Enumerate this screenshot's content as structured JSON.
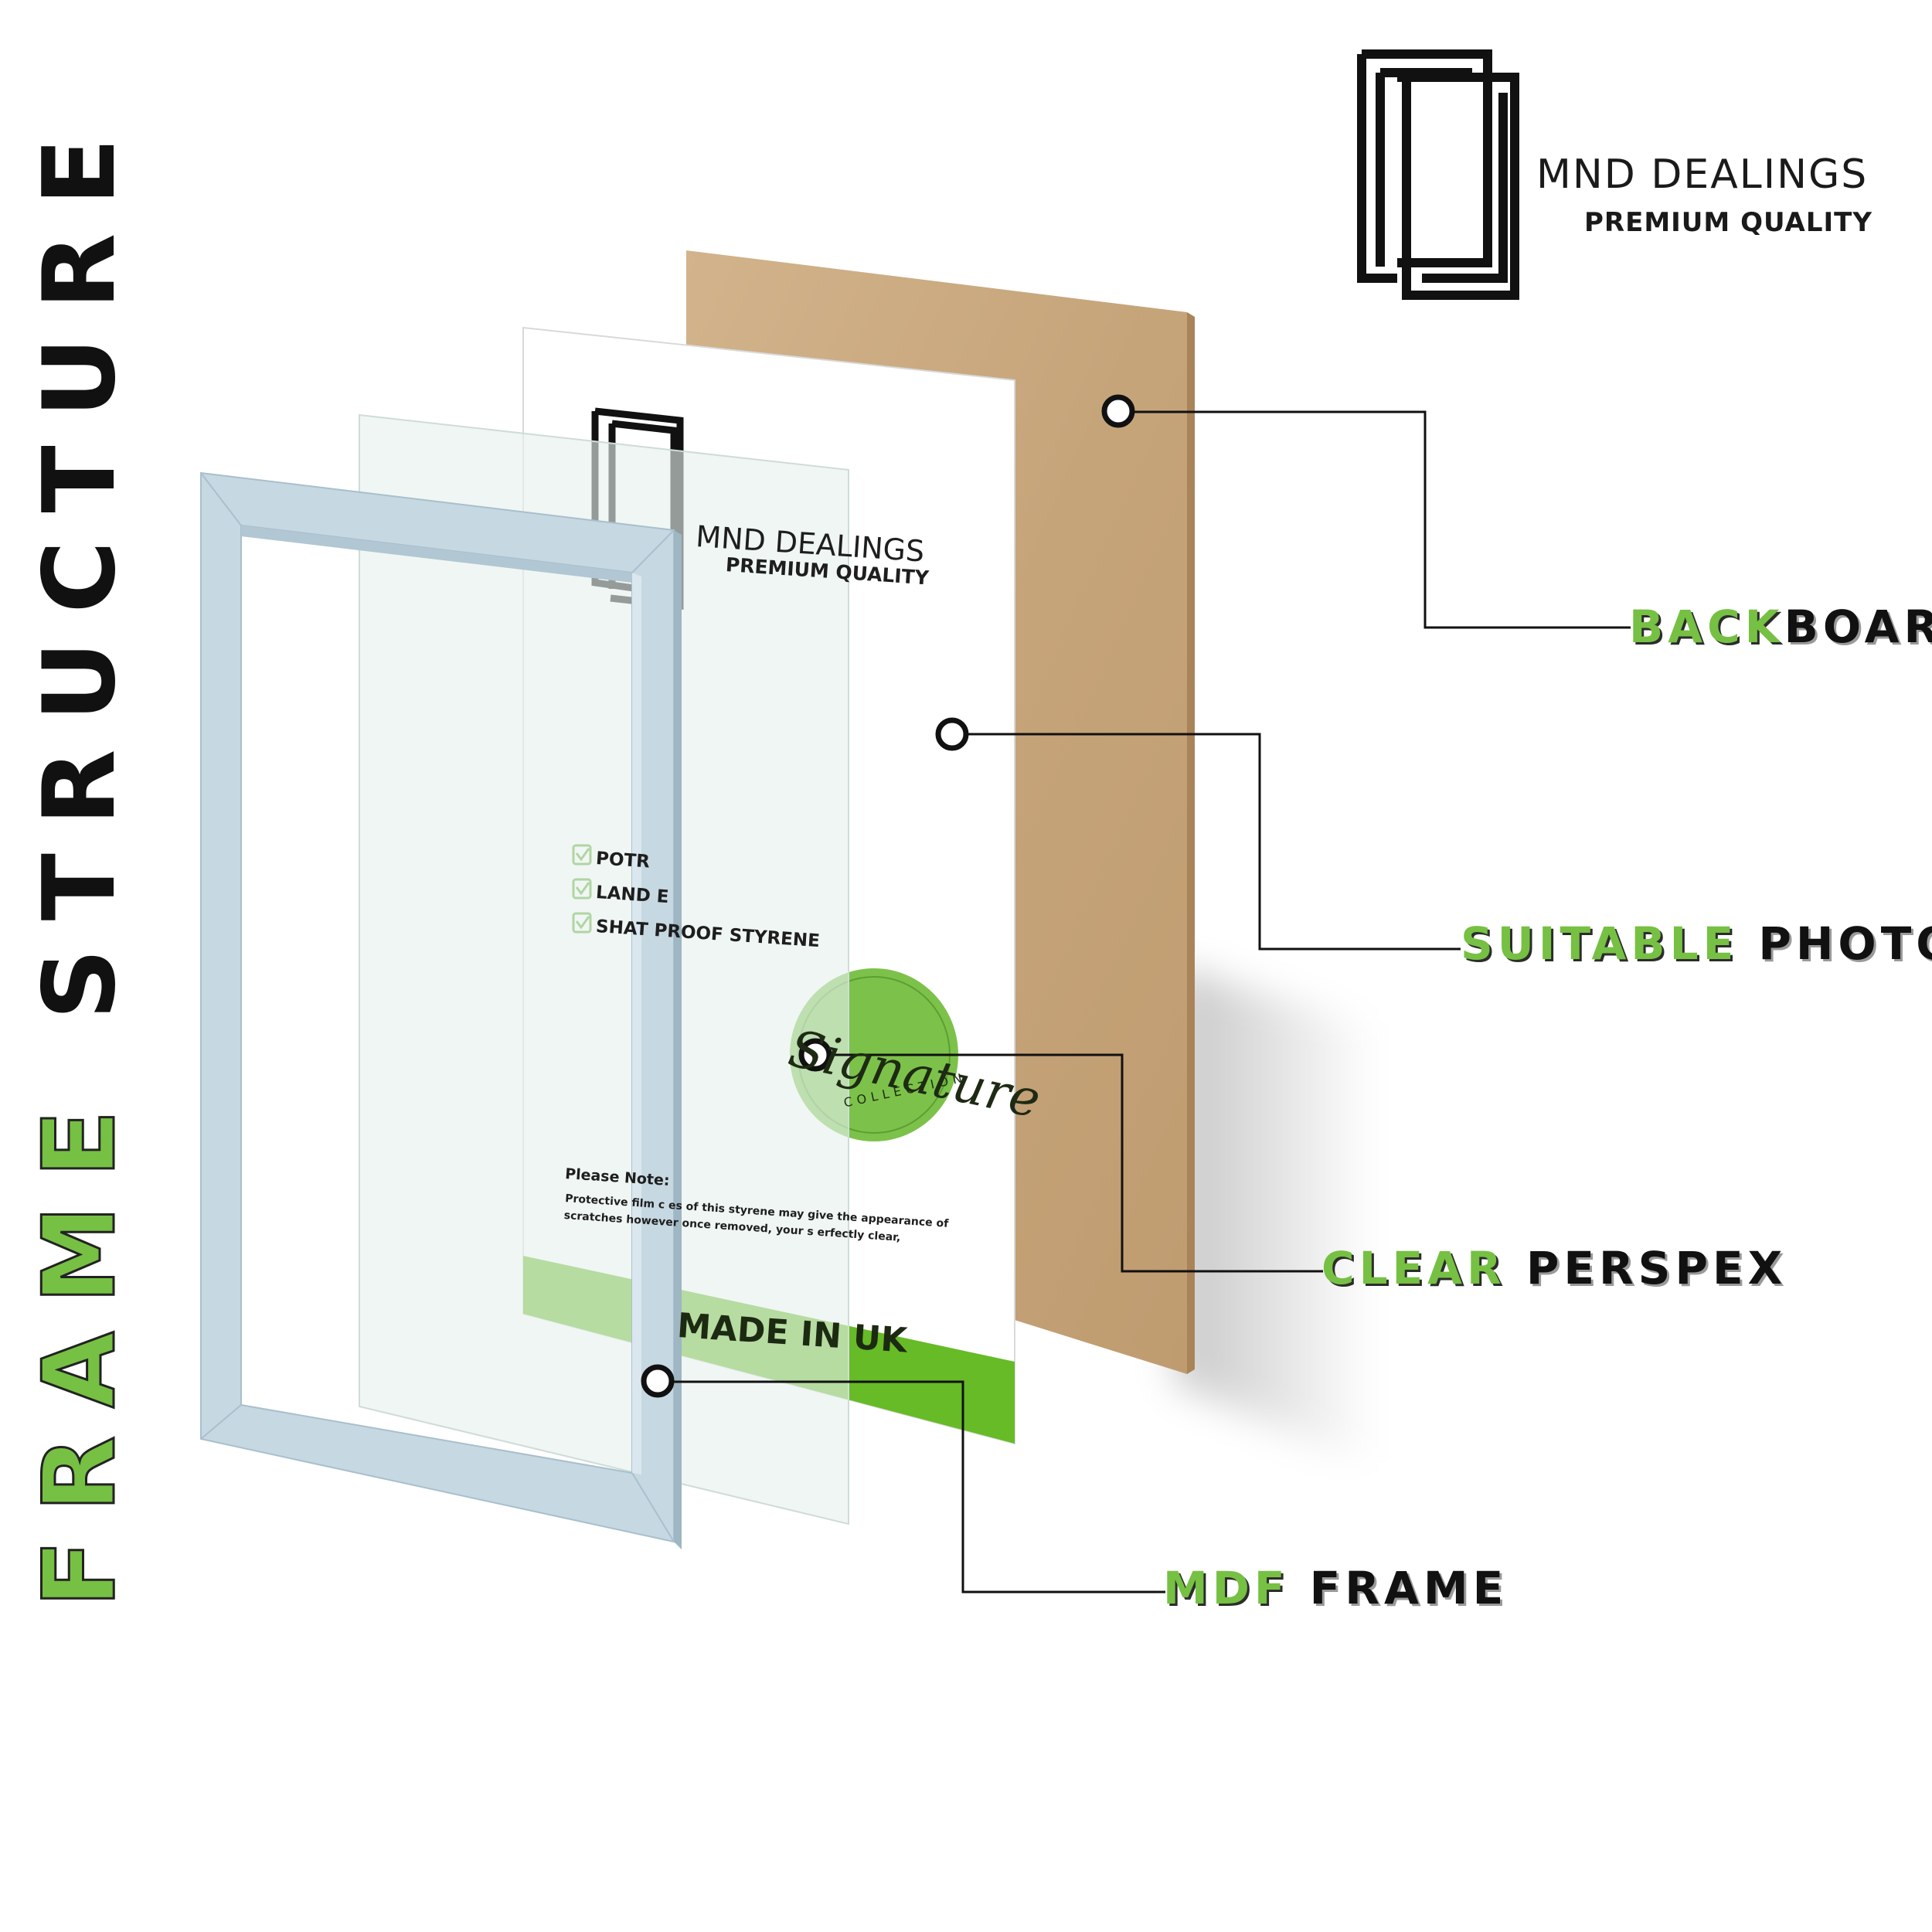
{
  "title": {
    "word1": "FRAME",
    "word2": "STRUCTURE"
  },
  "brand": {
    "name": "MND DEALINGS",
    "tagline": "PREMIUM QUALITY",
    "logo_icon": "double-frame-logo-icon"
  },
  "insert": {
    "brand_name": "MND DEALINGS",
    "brand_tagline": "PREMIUM QUALITY",
    "features": [
      "POTR",
      "LAND   E",
      "SHAT    PROOF STYRENE"
    ],
    "note_title": "Please Note:",
    "note_body": "Protective film c        es of this styrene may give the appearance of scratches however once removed, your s        erfectly clear,",
    "made_in": "MADE IN UK",
    "seal_text": "Signature",
    "seal_sub": "COLLECTION"
  },
  "callouts": [
    {
      "id": "backboard",
      "green": "BACK",
      "black": "BOARD"
    },
    {
      "id": "photo",
      "green": "SUITABLE",
      "black": " PHOTO"
    },
    {
      "id": "perspex",
      "green": "CLEAR",
      "black": " PERSPEX"
    },
    {
      "id": "mdf",
      "green": "MDF",
      "black": " FRAME"
    }
  ],
  "colors": {
    "accent_green": "#76c043",
    "backboard": "#c7a57c",
    "frame": "#c6d8e2",
    "perspex": "#eaf2f0",
    "text_dark": "#111111"
  }
}
